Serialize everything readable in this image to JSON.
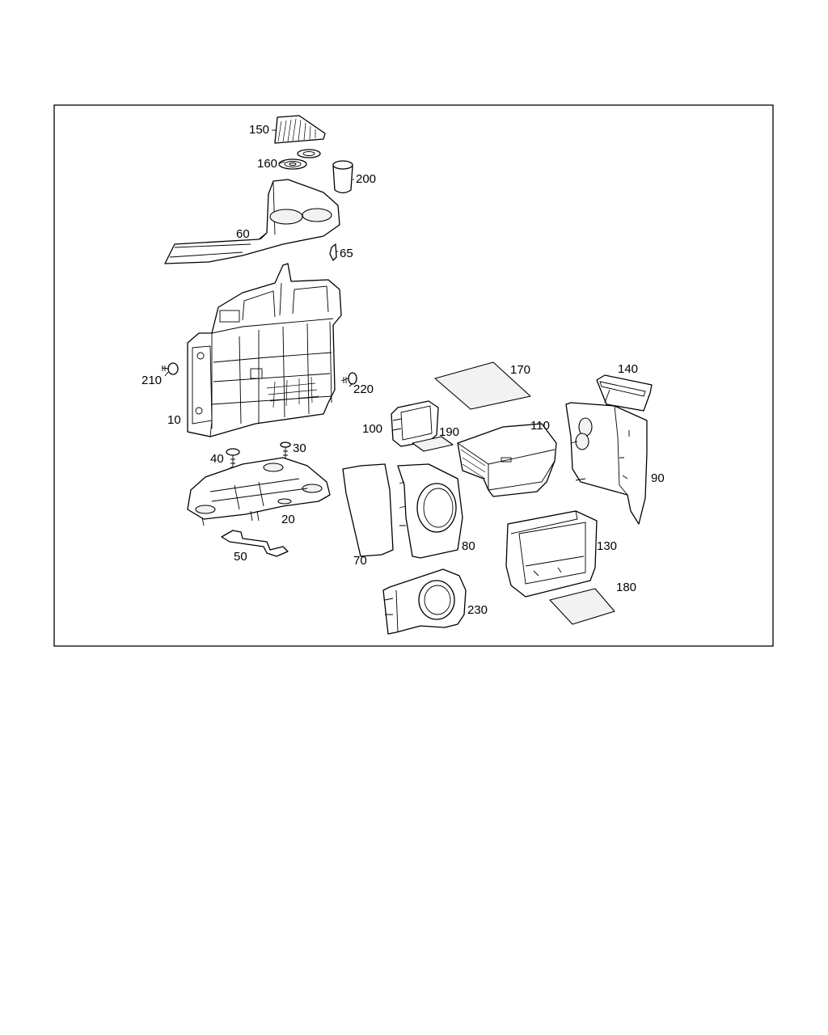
{
  "callouts": {
    "p10": "10",
    "p20": "20",
    "p30": "30",
    "p40": "40",
    "p50": "50",
    "p60": "60",
    "p65": "65",
    "p70": "70",
    "p80": "80",
    "p90": "90",
    "p100": "100",
    "p110": "110",
    "p130": "130",
    "p140": "140",
    "p150": "150",
    "p160": "160",
    "p170": "170",
    "p180": "180",
    "p190": "190",
    "p200": "200",
    "p210": "210",
    "p220": "220",
    "p230": "230"
  }
}
